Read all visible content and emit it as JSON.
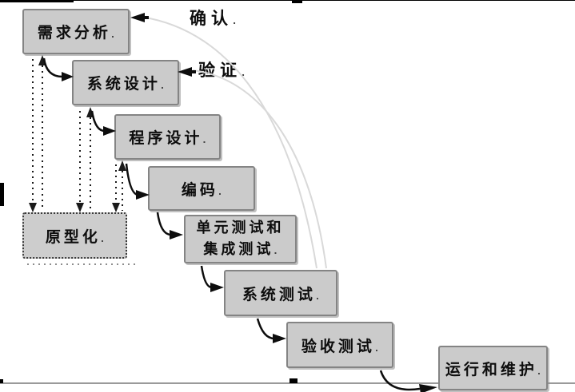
{
  "diagram": {
    "type": "waterfall-model-with-prototyping",
    "boxes": {
      "requirements": {
        "label": "需求分析"
      },
      "system_design": {
        "label": "系统设计"
      },
      "program_design": {
        "label": "程序设计"
      },
      "coding": {
        "label": "编码"
      },
      "unit_integration": {
        "line1": "单元测试和",
        "line2": "集成测试"
      },
      "system_testing": {
        "label": "系统测试"
      },
      "acceptance_testing": {
        "label": "验收测试"
      },
      "operation_maintenance": {
        "label": "运行和维护"
      },
      "prototyping": {
        "label": "原型化"
      }
    },
    "annotations": {
      "confirm": "确认",
      "verify": "验证"
    },
    "punct": "."
  }
}
